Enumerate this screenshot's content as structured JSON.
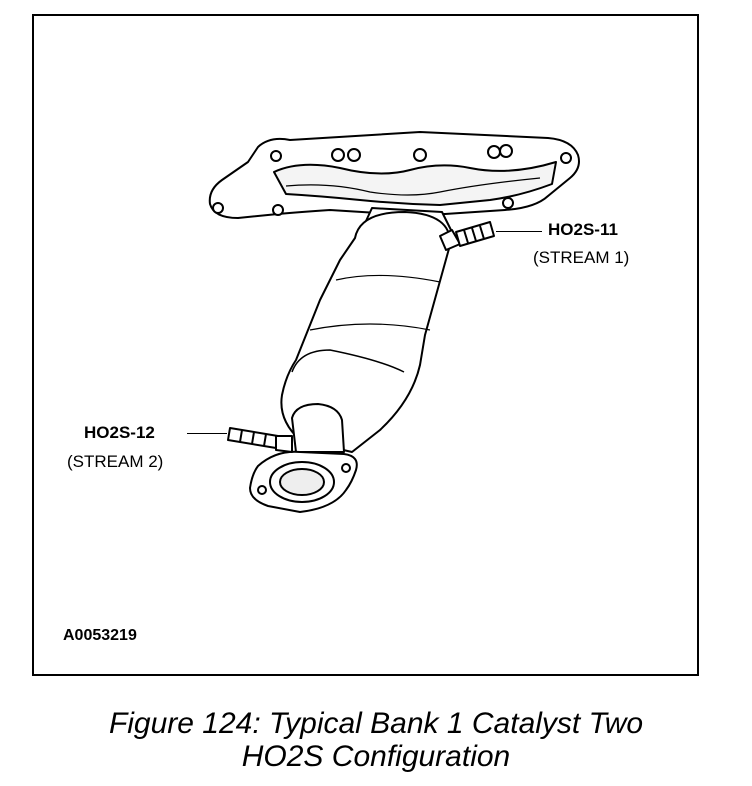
{
  "labels": {
    "sensor_11": {
      "name": "HO2S-11",
      "stream": "(STREAM 1)"
    },
    "sensor_12": {
      "name": "HO2S-12",
      "stream": "(STREAM 2)"
    }
  },
  "figure_id": "A0053219",
  "caption": {
    "line1": "Figure 124: Typical Bank 1 Catalyst Two",
    "line2": "HO2S Configuration"
  }
}
